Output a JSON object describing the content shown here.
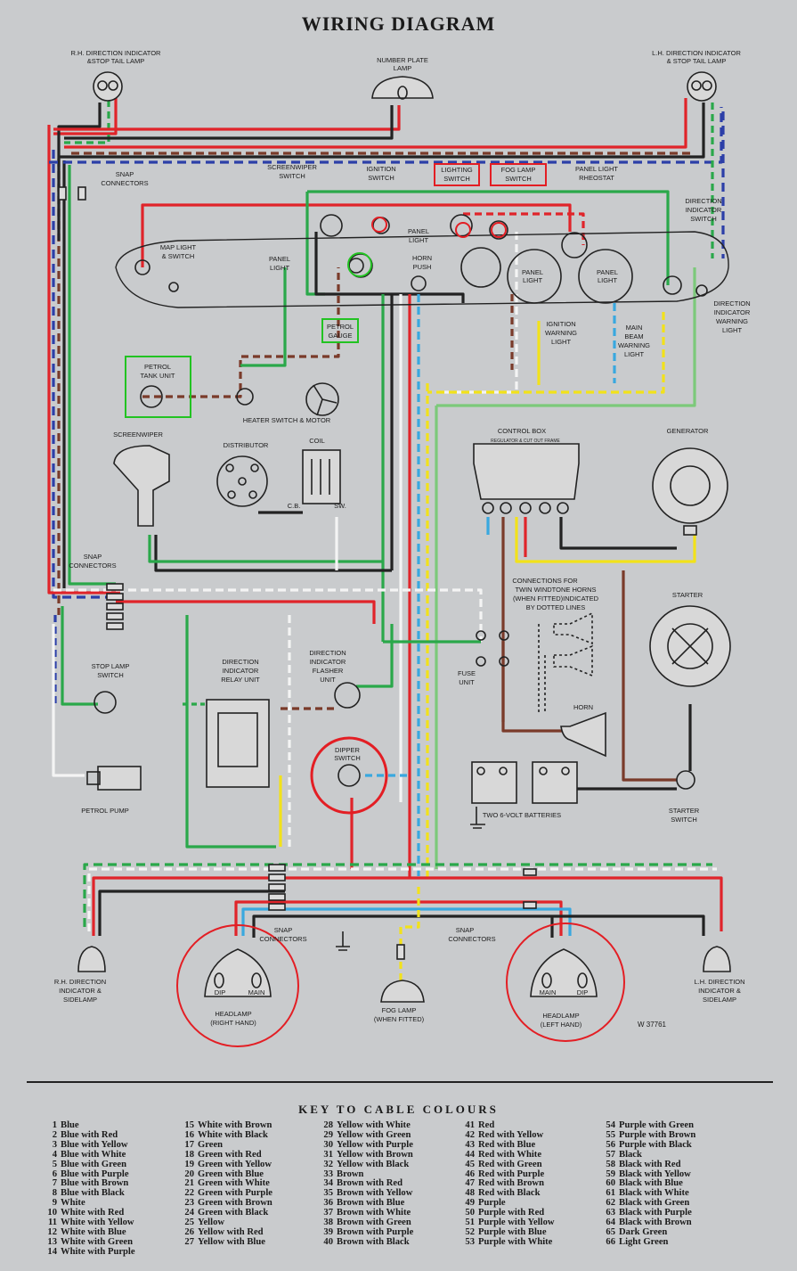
{
  "title": "WIRING DIAGRAM",
  "drawing_number": "W 37761",
  "colors": {
    "red": "#e0242a",
    "green": "#2aa84a",
    "light_green": "#7cc97a",
    "yellow": "#f2e21a",
    "blue": "#2c3fa8",
    "light_blue": "#39a8df",
    "brown": "#7a3b2a",
    "black": "#222222",
    "white": "#f4f4f4",
    "purple": "#6b3fa0",
    "highlight_red": "#e31e24",
    "highlight_green": "#22c322"
  },
  "labels": {
    "rh_indicator_top_1": "R.H. DIRECTION INDICATOR",
    "rh_indicator_top_2": "&STOP TAIL LAMP",
    "number_plate_1": "NUMBER PLATE",
    "number_plate_2": "LAMP",
    "lh_indicator_top_1": "L.H. DIRECTION INDICATOR",
    "lh_indicator_top_2": "& STOP TAIL LAMP",
    "snap_connectors_1": "SNAP",
    "snap_connectors_2": "CONNECTORS",
    "screenwiper_switch_1": "SCREENWIPER",
    "screenwiper_switch_2": "SWITCH",
    "ignition_switch_1": "IGNITION",
    "ignition_switch_2": "SWITCH",
    "lighting_switch_1": "LIGHTING",
    "lighting_switch_2": "SWITCH",
    "fog_lamp_switch_1": "FOG LAMP",
    "fog_lamp_switch_2": "SWITCH",
    "panel_light_rheostat_1": "PANEL LIGHT",
    "panel_light_rheostat_2": "RHEOSTAT",
    "direction_indicator_switch_1": "DIRECTION",
    "direction_indicator_switch_2": "INDICATOR",
    "direction_indicator_switch_3": "SWITCH",
    "map_light_1": "MAP LIGHT",
    "map_light_2": "& SWITCH",
    "panel_light_a_1": "PANEL",
    "panel_light_a_2": "LIGHT",
    "panel_light_b_1": "PANEL",
    "panel_light_b_2": "LIGHT",
    "horn_push_1": "HORN",
    "horn_push_2": "PUSH",
    "panel_light_c_1": "PANEL",
    "panel_light_c_2": "LIGHT",
    "panel_light_d_1": "PANEL",
    "panel_light_d_2": "LIGHT",
    "ignition_warning_1": "IGNITION",
    "ignition_warning_2": "WARNING",
    "ignition_warning_3": "LIGHT",
    "main_beam_1": "MAIN",
    "main_beam_2": "BEAM",
    "main_beam_3": "WARNING",
    "main_beam_4": "LIGHT",
    "dir_warning_1": "DIRECTION",
    "dir_warning_2": "INDICATOR",
    "dir_warning_3": "WARNING",
    "dir_warning_4": "LIGHT",
    "petrol_gauge_1": "PETROL",
    "petrol_gauge_2": "GAUGE",
    "petrol_tank_1": "PETROL",
    "petrol_tank_2": "TANK UNIT",
    "heater": "HEATER SWITCH & MOTOR",
    "screenwiper": "SCREENWIPER",
    "distributor": "DISTRIBUTOR",
    "coil": "COIL",
    "control_box": "CONTROL BOX",
    "control_box_sub": "REGULATOR & CUT OUT FRAME",
    "generator": "GENERATOR",
    "starter": "STARTER",
    "twin_horns_1": "CONNECTIONS FOR",
    "twin_horns_2": "TWIN WINDTONE HORNS",
    "twin_horns_3": "(WHEN FITTED)INDICATED",
    "twin_horns_4": "BY DOTTED LINES",
    "stop_lamp_1": "STOP LAMP",
    "stop_lamp_2": "SWITCH",
    "relay_1": "DIRECTION",
    "relay_2": "INDICATOR",
    "relay_3": "RELAY UNIT",
    "flasher_1": "DIRECTION",
    "flasher_2": "INDICATOR",
    "flasher_3": "FLASHER",
    "flasher_4": "UNIT",
    "fuse_1": "FUSE",
    "fuse_2": "UNIT",
    "horn": "HORN",
    "dipper_1": "DIPPER",
    "dipper_2": "SWITCH",
    "batteries": "TWO 6-VOLT BATTERIES",
    "starter_switch_1": "STARTER",
    "starter_switch_2": "SWITCH",
    "petrol_pump": "PETROL PUMP",
    "rh_side_1": "R.H. DIRECTION",
    "rh_side_2": "INDICATOR &",
    "rh_side_3": "SIDELAMP",
    "lh_side_1": "L.H. DIRECTION",
    "lh_side_2": "INDICATOR &",
    "lh_side_3": "SIDELAMP",
    "headlamp_rh_1": "HEADLAMP",
    "headlamp_rh_2": "(RIGHT HAND)",
    "headlamp_lh_1": "HEADLAMP",
    "headlamp_lh_2": "(LEFT HAND)",
    "fog_lamp_1": "FOG LAMP",
    "fog_lamp_2": "(WHEN FITTED)",
    "dip": "DIP",
    "main": "MAIN",
    "cb": "C.B.",
    "swb": "SW."
  },
  "key_title": "KEY TO CABLE COLOURS",
  "cable_colours": [
    [
      {
        "n": "1",
        "t": "Blue"
      },
      {
        "n": "2",
        "t": "Blue with Red"
      },
      {
        "n": "3",
        "t": "Blue with Yellow"
      },
      {
        "n": "4",
        "t": "Blue with White"
      },
      {
        "n": "5",
        "t": "Blue with Green"
      },
      {
        "n": "6",
        "t": "Blue with Purple"
      },
      {
        "n": "7",
        "t": "Blue with Brown"
      },
      {
        "n": "8",
        "t": "Blue with Black"
      },
      {
        "n": "9",
        "t": "White"
      },
      {
        "n": "10",
        "t": "White with Red"
      },
      {
        "n": "11",
        "t": "White with Yellow"
      },
      {
        "n": "12",
        "t": "White with Blue"
      },
      {
        "n": "13",
        "t": "White with Green"
      },
      {
        "n": "14",
        "t": "White with Purple"
      }
    ],
    [
      {
        "n": "15",
        "t": "White with Brown"
      },
      {
        "n": "16",
        "t": "White with Black"
      },
      {
        "n": "17",
        "t": "Green"
      },
      {
        "n": "18",
        "t": "Green with Red"
      },
      {
        "n": "19",
        "t": "Green with Yellow"
      },
      {
        "n": "20",
        "t": "Green with Blue"
      },
      {
        "n": "21",
        "t": "Green with White"
      },
      {
        "n": "22",
        "t": "Green with Purple"
      },
      {
        "n": "23",
        "t": "Green with Brown"
      },
      {
        "n": "24",
        "t": "Green with Black"
      },
      {
        "n": "25",
        "t": "Yellow"
      },
      {
        "n": "26",
        "t": "Yellow with Red"
      },
      {
        "n": "27",
        "t": "Yellow with Blue"
      }
    ],
    [
      {
        "n": "28",
        "t": "Yellow with White"
      },
      {
        "n": "29",
        "t": "Yellow with Green"
      },
      {
        "n": "30",
        "t": "Yellow with Purple"
      },
      {
        "n": "31",
        "t": "Yellow with Brown"
      },
      {
        "n": "32",
        "t": "Yellow with Black"
      },
      {
        "n": "33",
        "t": "Brown"
      },
      {
        "n": "34",
        "t": "Brown with Red"
      },
      {
        "n": "35",
        "t": "Brown with Yellow"
      },
      {
        "n": "36",
        "t": "Brown with Blue"
      },
      {
        "n": "37",
        "t": "Brown with White"
      },
      {
        "n": "38",
        "t": "Brown with Green"
      },
      {
        "n": "39",
        "t": "Brown with Purple"
      },
      {
        "n": "40",
        "t": "Brown with Black"
      }
    ],
    [
      {
        "n": "41",
        "t": "Red"
      },
      {
        "n": "42",
        "t": "Red with Yellow"
      },
      {
        "n": "43",
        "t": "Red with Blue"
      },
      {
        "n": "44",
        "t": "Red with White"
      },
      {
        "n": "45",
        "t": "Red with Green"
      },
      {
        "n": "46",
        "t": "Red with Purple"
      },
      {
        "n": "47",
        "t": "Red with Brown"
      },
      {
        "n": "48",
        "t": "Red with Black"
      },
      {
        "n": "49",
        "t": "Purple"
      },
      {
        "n": "50",
        "t": "Purple with Red"
      },
      {
        "n": "51",
        "t": "Purple with Yellow"
      },
      {
        "n": "52",
        "t": "Purple with Blue"
      },
      {
        "n": "53",
        "t": "Purple with White"
      }
    ],
    [
      {
        "n": "54",
        "t": "Purple with Green"
      },
      {
        "n": "55",
        "t": "Purple with Brown"
      },
      {
        "n": "56",
        "t": "Purple with Black"
      },
      {
        "n": "57",
        "t": "Black"
      },
      {
        "n": "58",
        "t": "Black with Red"
      },
      {
        "n": "59",
        "t": "Black with Yellow"
      },
      {
        "n": "60",
        "t": "Black with Blue"
      },
      {
        "n": "61",
        "t": "Black with White"
      },
      {
        "n": "62",
        "t": "Black with Green"
      },
      {
        "n": "63",
        "t": "Black with Purple"
      },
      {
        "n": "64",
        "t": "Black with Brown"
      },
      {
        "n": "65",
        "t": "Dark Green"
      },
      {
        "n": "66",
        "t": "Light Green"
      }
    ]
  ]
}
